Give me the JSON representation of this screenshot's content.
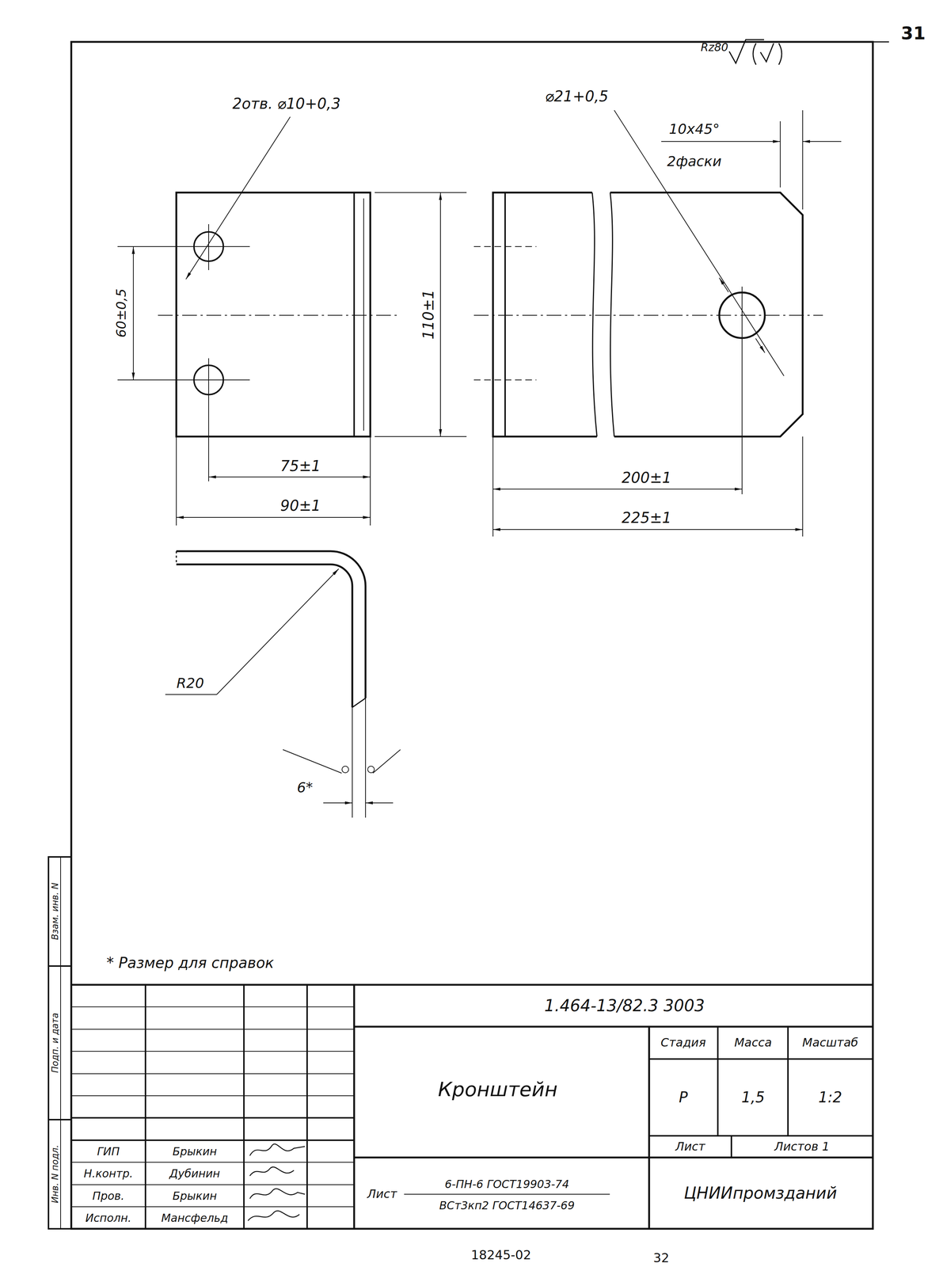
{
  "diagram": {
    "labels": [
      "31",
      "Rz80",
      "2отв. ⌀10+0,3",
      "⌀21+0,5",
      "10x45°",
      "2фаски",
      "60±0,5",
      "110±1",
      "75±1",
      "90±1",
      "200±1",
      "225±1",
      "R20",
      "6*",
      "* Размер для справок",
      "1.464-13/82.3 3003",
      "Кронштейн",
      "Стадия",
      "Масса",
      "Масштаб",
      "Р",
      "1,5",
      "1:2",
      "Лист",
      "Листов 1",
      "ГИП",
      "Брыкин",
      "Н.контр.",
      "Дубинин",
      "Пров.",
      "Брыкин",
      "Исполн.",
      "Мансфельд",
      "Лист",
      "6-ПН-6 ГОСТ19903-74",
      "ВСт3кп2 ГОСТ14637-69",
      "ЦНИИпромзданий",
      "Инв. N подл.",
      "Подп. и дата",
      "Взам. инв. N",
      "18245-02",
      "32"
    ]
  }
}
